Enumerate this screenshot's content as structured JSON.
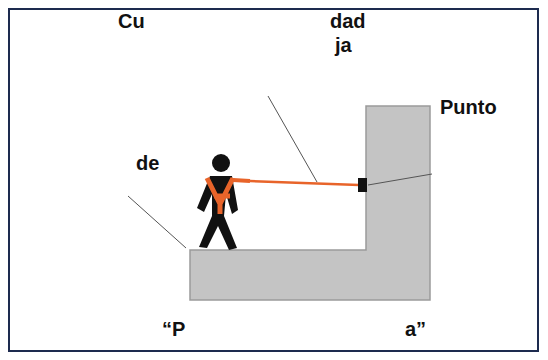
{
  "diagram": {
    "labels": [
      "Cu",
      "dad",
      "ja",
      "Punto",
      "de",
      "“P",
      "a”"
    ]
  }
}
